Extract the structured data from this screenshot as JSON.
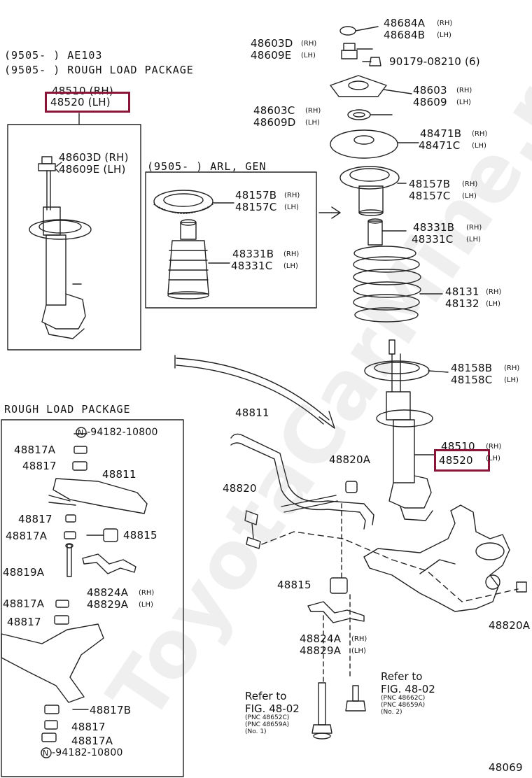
{
  "watermark": "ToyotaCarMine.ru",
  "headers": {
    "ae103": "(9505-      ) AE103",
    "rough_load_top": "(9505-      ) ROUGH LOAD PACKAGE",
    "arl_gen": "(9505-      ) ARL, GEN",
    "rough_load_box": "ROUGH LOAD PACKAGE"
  },
  "highlight_color": "#8a1538",
  "labels": {
    "p48684A": "48684A",
    "p48684B": "48684B",
    "p48603D_top": "48603D",
    "p48609E_top": "48609E",
    "p90179": "90179-08210",
    "qty6": "(6)",
    "p48603": "48603",
    "p48609": "48609",
    "p48603C": "48603C",
    "p48609D": "48609D",
    "p48471B": "48471B",
    "p48471C": "48471C",
    "p48157B_r": "48157B",
    "p48157C_r": "48157C",
    "p48331B_r": "48331B",
    "p48331C_r": "48331C",
    "p48131": "48131",
    "p48132": "48132",
    "p48158B": "48158B",
    "p48158C": "48158C",
    "p48510_r": "48510",
    "p48520_r": "48520",
    "p48510_l": "48510 (RH)",
    "p48520_l": "48520 (LH)",
    "p48603D_l": "48603D (RH)",
    "p48609E_l": "48609E (LH)",
    "p48157B_b": "48157B",
    "p48157C_b": "48157C",
    "p48331B_b": "48331B",
    "p48331C_b": "48331C",
    "p48811_m": "48811",
    "p48820A_m": "48820A",
    "p48820_m": "48820",
    "p48815_m": "48815",
    "p48824A_m": "48824A",
    "p48829A_m": "48829A",
    "p48820A_r": "48820A",
    "p48069": "48069",
    "n94182_top": "-94182-10800",
    "p48817A_1": "48817A",
    "p48817_1": "48817",
    "p48811_l": "48811",
    "p48817_2": "48817",
    "p48817A_2": "48817A",
    "p48815_l": "48815",
    "p48819A": "48819A",
    "p48824A_l": "48824A",
    "p48829A_l": "48829A",
    "p48817A_3": "48817A",
    "p48817_3": "48817",
    "p48817B": "48817B",
    "p48817_4": "48817",
    "p48817A_4": "48817A",
    "n94182_bot": "-94182-10800",
    "rh": "(RH)",
    "lh": "(LH)",
    "N": "N"
  },
  "refs": {
    "left": {
      "l1": "Refer to",
      "l2": "FIG. 48-02",
      "l3": "(PNC 48652C)",
      "l4": "(PNC 48659A)",
      "l5": "(No. 1)"
    },
    "right": {
      "l1": "Refer to",
      "l2": "FIG. 48-02",
      "l3": "(PNC 48662C)",
      "l4": "(PNC 48659A)",
      "l5": "(No. 2)"
    }
  }
}
